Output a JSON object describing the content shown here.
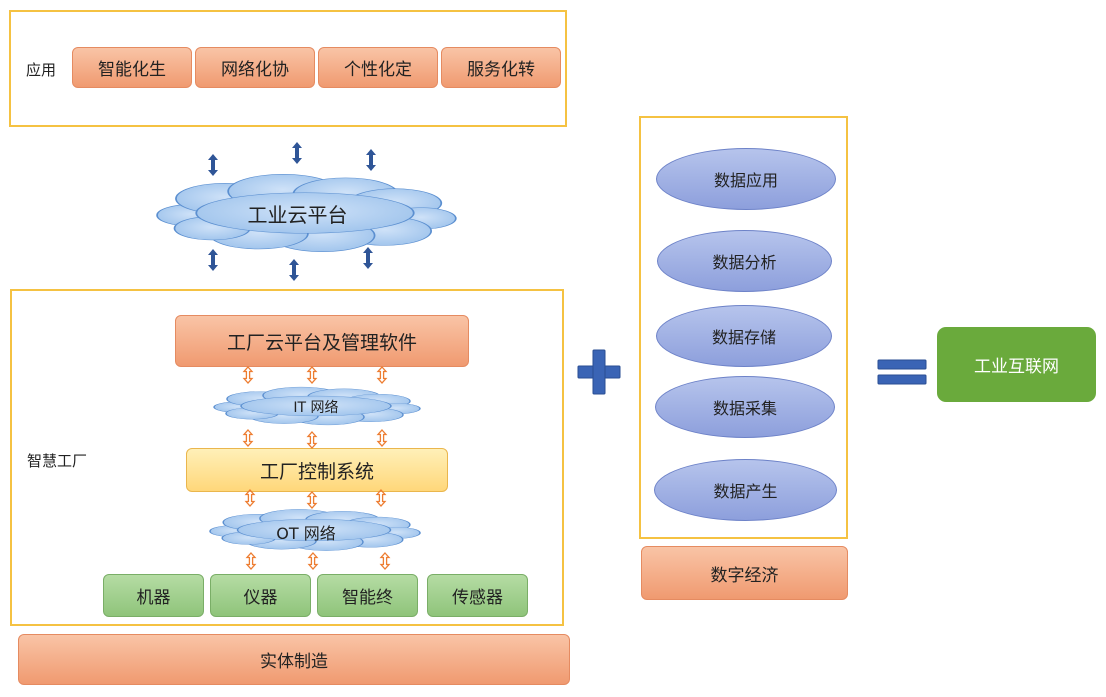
{
  "application": {
    "label": "应用",
    "items": [
      "智能化生",
      "网络化协",
      "个性化定",
      "服务化转"
    ]
  },
  "cloud_platform": "工业云平台",
  "smart_factory": {
    "label": "智慧工厂",
    "platform_software": "工厂云平台及管理软件",
    "it_network": "IT 网络",
    "control_system": "工厂控制系统",
    "ot_network": "OT 网络",
    "devices": [
      "机器",
      "仪器",
      "智能终",
      "传感器"
    ]
  },
  "physical_manufacturing": "实体制造",
  "data_column": {
    "items": [
      "数据应用",
      "数据分析",
      "数据存储",
      "数据采集",
      "数据产生"
    ],
    "footer": "数字经济"
  },
  "result": "工业互联网",
  "colors": {
    "frame": "#f5c242",
    "plus_equals": "#3a64b5",
    "result_green": "#6aaa3c",
    "cloud_fill": "#a6c8ee",
    "arrow_blue": "#2f5597",
    "arrow_orange": "#ed7d31"
  }
}
